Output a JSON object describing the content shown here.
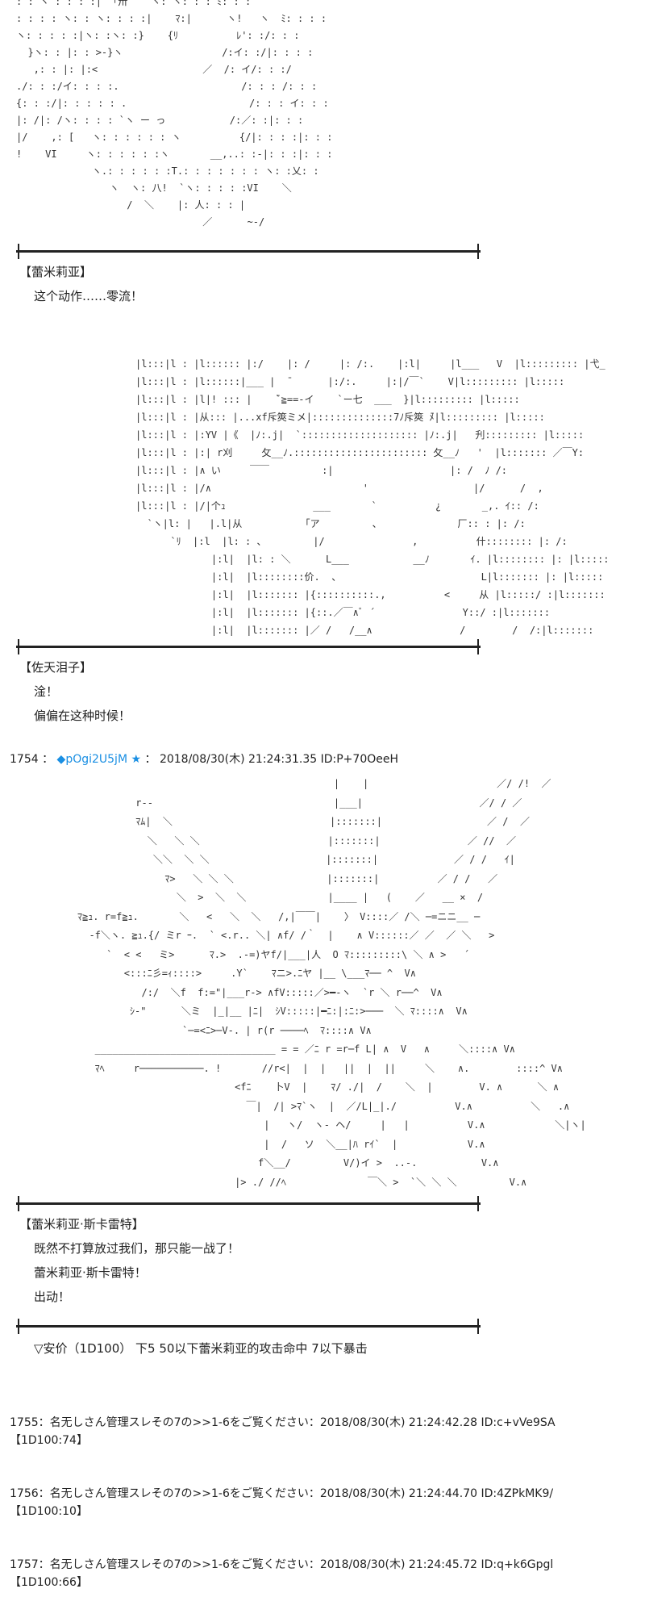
{
  "aa_blocks": [
    ": : ヽ : : : :|  ｢卅    ヽ: ヽ: : : ﾐ: : :\n: : : : ヽ: : ヽ: : : :|    ﾏ:|      ヽ!   ヽ  ﾐ: : : :\nヽ: : : : :|ヽ: :ヽ: :}    {ﾘ          ﾚ': :/: : :\n  }ヽ: : |: : >-}ヽ                 /:イ: :/|: : : :\n   ,: : |: |:<                  ／  /: イ/: : :/\n./: : :/イ: : : :.                     /: : : /: : :\n{: : :/|: : : : : .                     /: : : イ: : :\n|: /|: /ヽ: : : : `ヽ ー っ           /:／: :|: : :\n|/    ,: [   ヽ: : : : : : ヽ          {/|: : : :|: : :\n!    VI     ヽ: : : : : :ヽ       __,..: :-|: : :|: : :\n             ヽ.: : : : : :T.: : : : : : : ヽ: :乂: :\n                ヽ  ヽ: 八!  `ヽ: : : : :VI    ＼\n                   /  ＼    |: 人: : : |\n                                ／      ~-/",
    "|l:::|l : |l:::::: |:/    |: /     |: /:.    |:l|     |l___   V  |l::::::::: |弋_\n|l:::|l : |l::::::|___ |  ̄       |:/:.     |:|/￣`    V|l::::::::: |l:::::\n|l:::|l : |l|! ::: |    ̄`≧==‐イ    `ー七  ___  }|l::::::::: |l:::::\n|l:::|l : |从::: |...xf斥筴ミメ|::::::::::::::7ﾉ斥筴 ̄ﾒ|l::::::::: |l:::::\n|l:::|l : |:YV |《  |ﾉ:.j|  `:::::::::::::::::::: |ﾉ:.j|   刋::::::::: |l:::::\n|l:::|l : |:| r刈     攵__ﾉ.::::::::::::::::::::::: 攵__ﾉ   '  |l::::::: ／￣Y:\n|l:::|l : |∧ い     ￣￣         :|                    |: /  ﾉ /:\n|l:::|l : |/∧                          '                  |/      /  ,\n|l:::|l : |/|个ｭ               ___       `          ¿       _,. ｲ:: /:\n  `ヽ|l: |   |.l|从          「ア         、             厂:: : |: /:\n      `ﾘ  |:l  |l: : 、        |/               ,          什:::::::: |: /:\n             |:l|  |l: : ＼      L___           __ﾉ       ｲ. |l:::::::: |: |l:::::\n             |:l|  |l::::::::价.  、                        L|l::::::: |: |l:::::\n             |:l|  |l::::::: |{::::::::::.,          <     从 |l:::::/ :|l:::::::\n             |:l|  |l::::::: |{::.／￣∧ﾞ ´               Y::/ :|l:::::::\n             |:l|  |l::::::: |／ /   /__∧               /        /  /:|l:::::::",
    "                                            |    |                      ／/ /!  ／\n          r‐-                               |___|                    ／/ / ／\n          ﾏﾑ|  ＼                           |:::::::|                  ／ /  ／\n            ＼   ＼ ＼                      |:::::::|               ／ //  ／\n             ＼＼  ＼ ＼                    |:::::::|             ／ / /   ｲ|\n               ﾏ>   ＼ ＼ ＼                |:::::::|          ／ / /   ／\n                 ＼  >  ＼  ＼              |____ |   (    ／   __ ×  /\nﾏ≧ｭ. r=f≧ｭ.       ＼   <   ＼  ＼   /,|￣￣|    〉 V::::／ /＼ ─=ニニ__ ─\n  ‐f＼ヽ. ≧ｭ.{/ ミr ｰ.  ` <.r.. ＼| ∧f/ /｀  |    ∧ V::::::／ ／  ／ ＼   >\n     `  < <   ミ>      ﾏ.>  .-=)ヤf/|___|人  O ﾏ:::::::::\\ ＼ ∧ >   ´\n        <:::ﾆ彡=ｨ::::>     .Y`    ﾏニ>.ﾆヤ |__ \\___ﾏ── ^  V∧\n           /:/  ＼f  f:=\"|___r-> ∧fV:::::／>━-ヽ  `r ＼ r──^  V∧\n         ｼ-\"      ＼ミ  |_|__ |ﾆ|  ｼV:::::|━ﾆ:|:ﾆ:>───  ＼ ﾏ::::∧  V∧\n                  `─=<ﾆ>─V-. | r(r ────ﾍ  ﾏ::::∧ V∧\n   _______________________________ = = ／ﾆ r =r─f L| ∧  V   ∧     ＼::::∧ V∧\n   ﾏﾍ     r───────────. !       //r<|  |  |   ||  |  ||     ＼    ∧.        ::::^ V∧\n                           <fﾆ    卜V  |    ﾏ/ ./|  /    ＼  |        V. ∧      ＼ ∧\n                             ￣|  /| >ﾏ`ヽ  |  ／/L|_|./          V.∧          ＼   .∧\n                                |   ヽ/  ヽ- ヘ/     |   |          V.∧            ＼|ヽ|\n                                |  /   ソ  ＼__|ﾊ rｲ`  |            V.∧\n                               f＼__/         V/)イ >  ..-.           V.∧\n                           |> ./ //ﾍ              ￣＼ >  `＼ ＼ ＼         V.∧"
  ],
  "scene1": {
    "speaker": "【蕾米莉亚】",
    "lines": [
      "这个动作……零流！"
    ]
  },
  "scene2": {
    "speaker": "【佐天泪子】",
    "lines": [
      "淦！",
      "偏偏在这种时候！"
    ]
  },
  "post1754": {
    "number": "1754",
    "sep": "：",
    "trip": "◆pOgi2U5jM ★",
    "date": "2018/08/30(木) 21:24:31.35",
    "id": "ID:P+70OeeH"
  },
  "scene3": {
    "speaker": "【蕾米莉亚·斯卡雷特】",
    "lines": [
      "既然不打算放过我们，那只能一战了！",
      "蕾米莉亚·斯卡雷特！",
      "出动！"
    ]
  },
  "note": "▽安价（1D100）  下5   50以下蕾米莉亚的攻击命中   7以下暴击",
  "posts": [
    {
      "header": "1755：名无しさん管理スレその7の>>1-6をご覧ください：2018/08/30(木) 21:24:42.28 ID:c+vVe9SA",
      "dice": "【1D100:74】"
    },
    {
      "header": "1756：名无しさん管理スレその7の>>1-6をご覧ください：2018/08/30(木) 21:24:44.70 ID:4ZPkMK9/",
      "dice": "【1D100:10】"
    },
    {
      "header": "1757：名无しさん管理スレその7の>>1-6をご覧ください：2018/08/30(木) 21:24:45.72 ID:q+k6Gpgl",
      "dice": "【1D100:66】"
    }
  ],
  "colors": {
    "trip": "#1a8fe3",
    "rule": "#222222"
  }
}
